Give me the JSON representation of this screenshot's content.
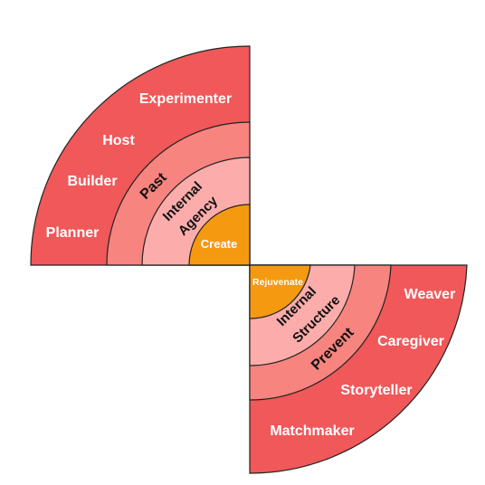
{
  "colors": {
    "outer": "#f0585a",
    "second": "#f7847f",
    "third": "#fcadab",
    "core": "#f59a10",
    "outline": "#222222",
    "light_text": "#ffffff",
    "dark_text": "#111111"
  },
  "left_quadrant": {
    "outer_labels": [
      "Experimenter",
      "Host",
      "Builder",
      "Planner"
    ],
    "second_label": "Past",
    "third_labels": [
      "Internal",
      "Agency"
    ],
    "core_label": "Create"
  },
  "right_quadrant": {
    "outer_labels": [
      "Weaver",
      "Caregiver",
      "Storyteller",
      "Matchmaker"
    ],
    "second_label": "Prevent",
    "third_labels": [
      "Internal",
      "Structure"
    ],
    "core_label": "Rejuvenate"
  }
}
